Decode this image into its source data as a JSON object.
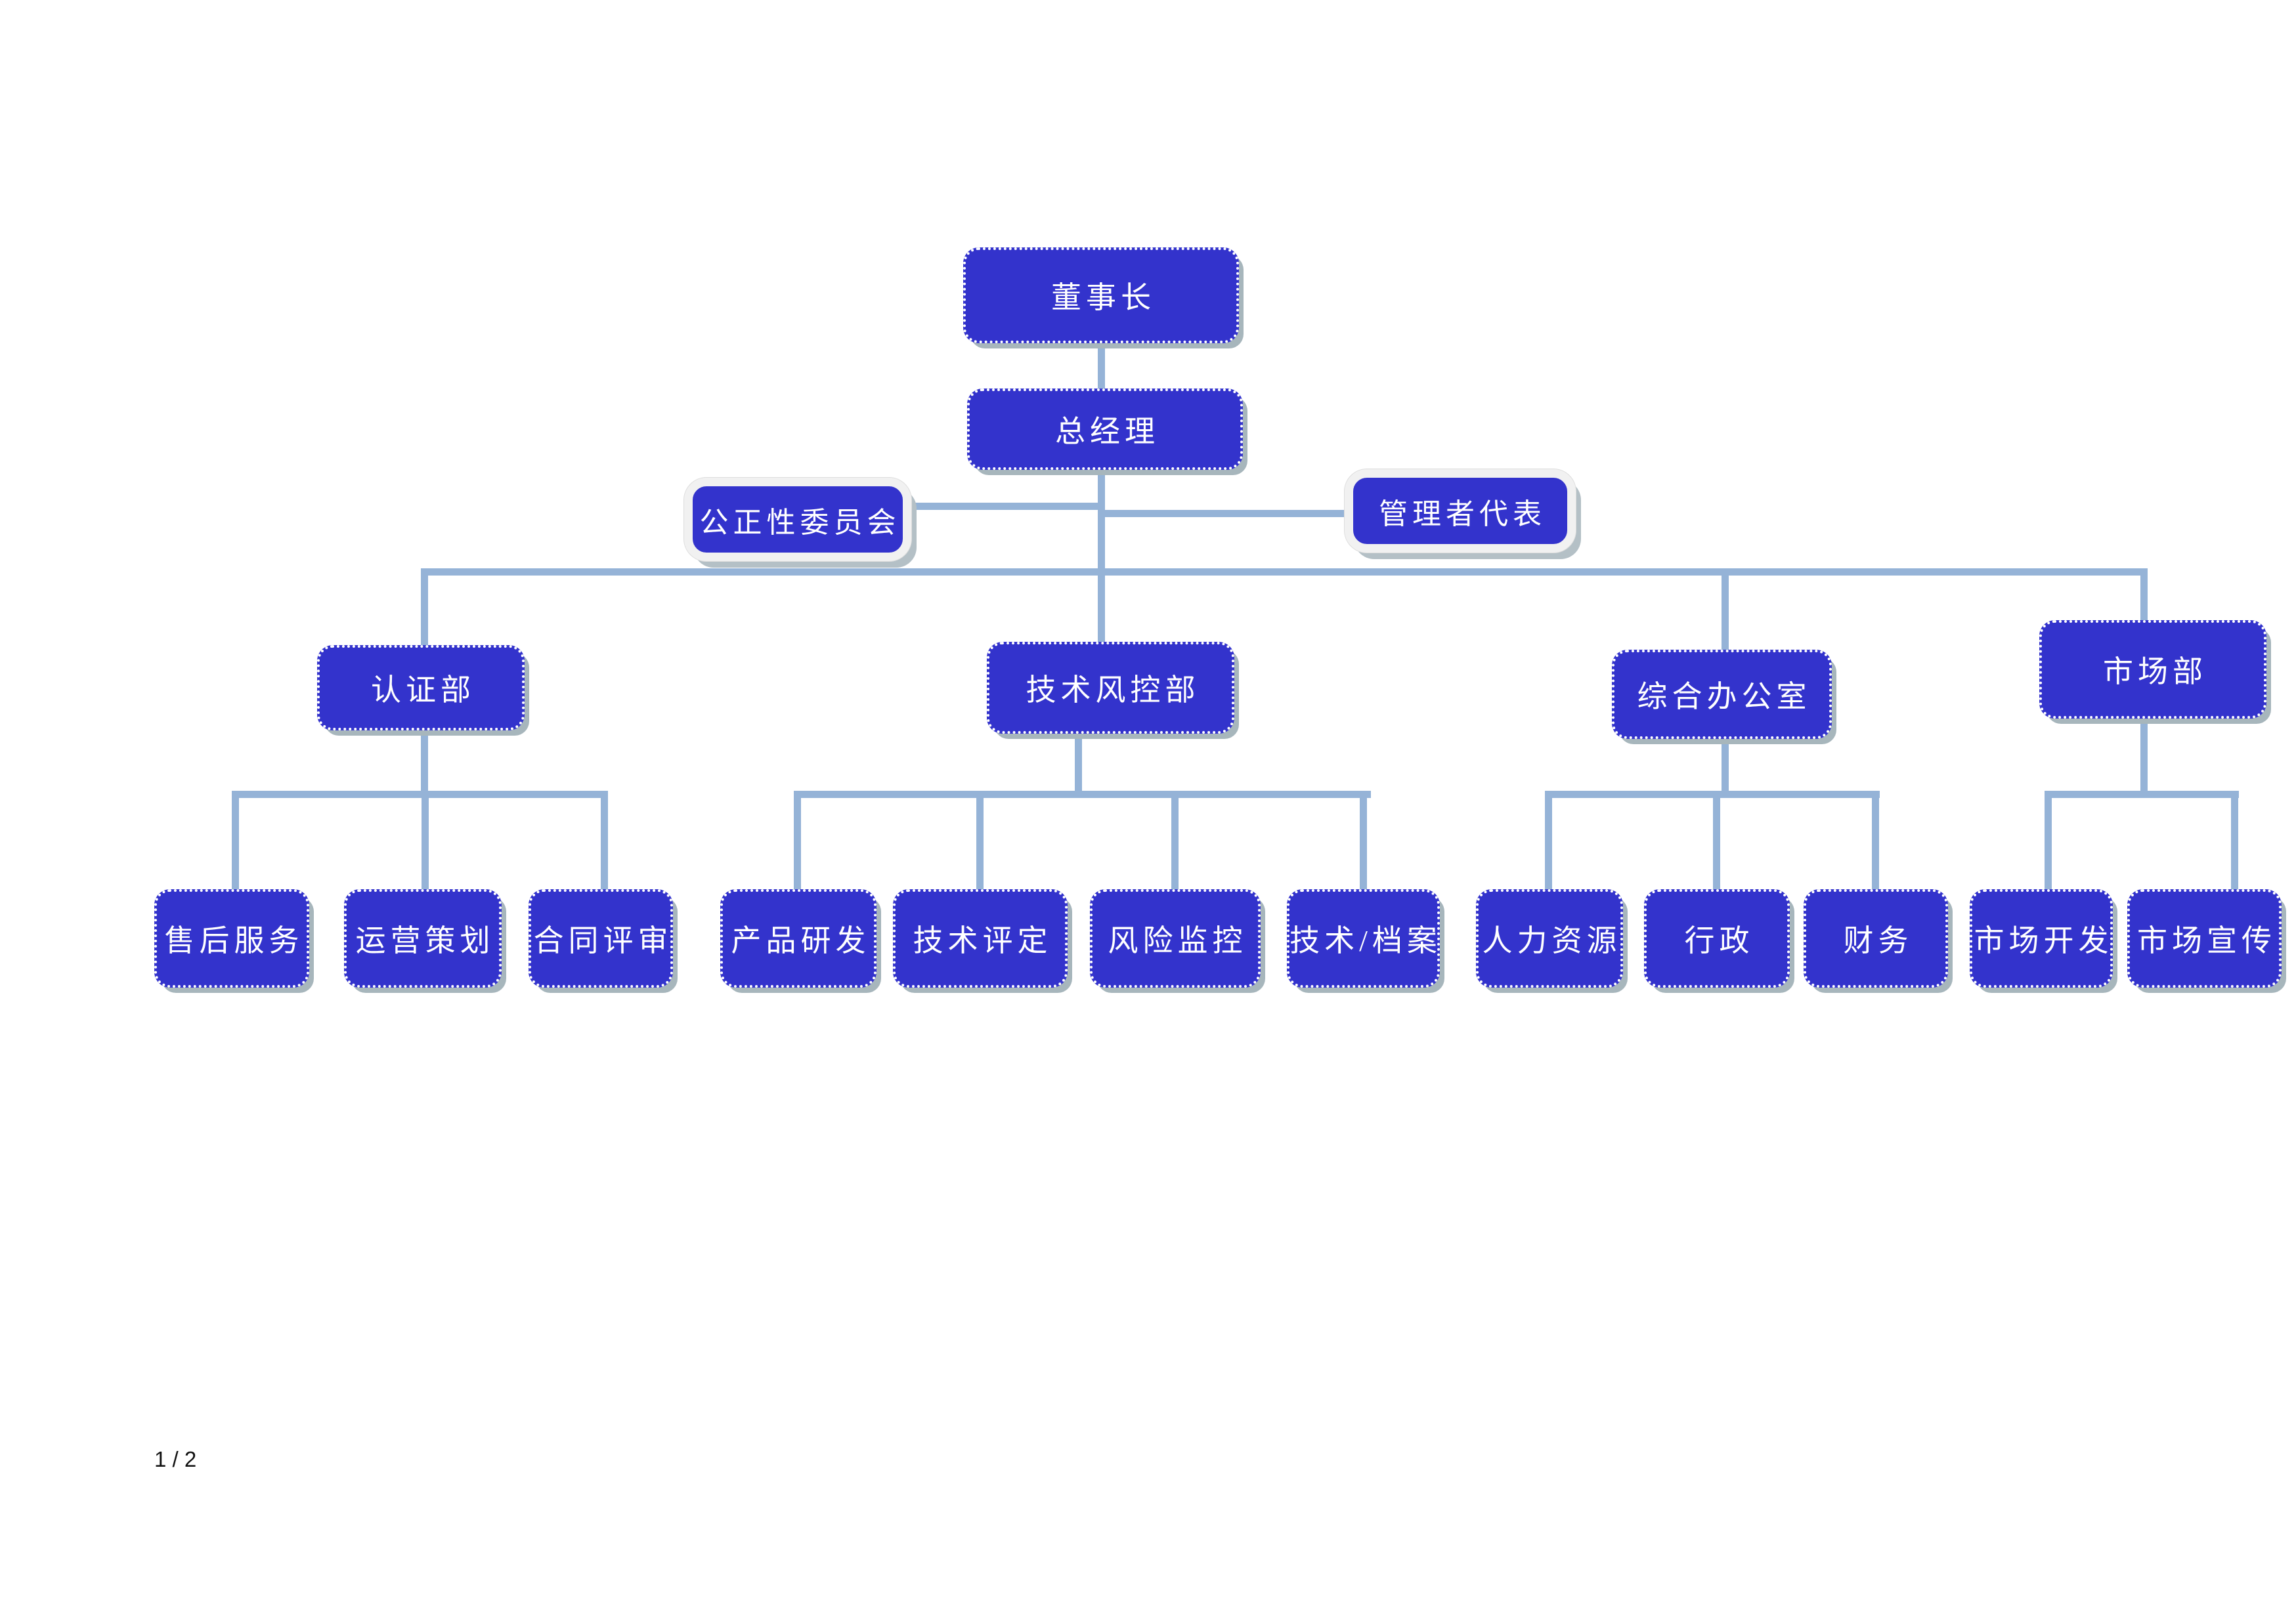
{
  "page": {
    "background_color": "#FFFFFF",
    "page_indicator": "1 / 2"
  },
  "org_chart": {
    "node_fill_color": "#3333CC",
    "node_text_color": "#FFFFFF",
    "connector_color": "#95B3D7",
    "shadow_color": "#A7B6BC",
    "nodes": {
      "chairman": "董事长",
      "general_manager": "总经理",
      "impartiality_committee": "公正性委员会",
      "management_representative": "管理者代表",
      "certification_dept": "认证部",
      "tech_risk_control_dept": "技术风控部",
      "general_office": "综合办公室",
      "marketing_dept": "市场部",
      "after_sales_service": "售后服务",
      "operations_planning": "运营策划",
      "contract_review": "合同评审",
      "product_rd": "产品研发",
      "tech_assessment": "技术评定",
      "risk_monitoring": "风险监控",
      "tech_archives": "技术/档案",
      "human_resources": "人力资源",
      "administration": "行政",
      "finance": "财务",
      "market_development": "市场开发",
      "market_promotion": "市场宣传"
    },
    "hierarchy": {
      "label": "董事长",
      "children": [
        {
          "label": "总经理",
          "staff": [
            "公正性委员会",
            "管理者代表"
          ],
          "children": [
            {
              "label": "认证部",
              "children": [
                {
                  "label": "售后服务"
                },
                {
                  "label": "运营策划"
                },
                {
                  "label": "合同评审"
                }
              ]
            },
            {
              "label": "技术风控部",
              "children": [
                {
                  "label": "产品研发"
                },
                {
                  "label": "技术评定"
                },
                {
                  "label": "风险监控"
                },
                {
                  "label": "技术/档案"
                }
              ]
            },
            {
              "label": "综合办公室",
              "children": [
                {
                  "label": "人力资源"
                },
                {
                  "label": "行政"
                },
                {
                  "label": "财务"
                }
              ]
            },
            {
              "label": "市场部",
              "children": [
                {
                  "label": "市场开发"
                },
                {
                  "label": "市场宣传"
                }
              ]
            }
          ]
        }
      ]
    }
  }
}
